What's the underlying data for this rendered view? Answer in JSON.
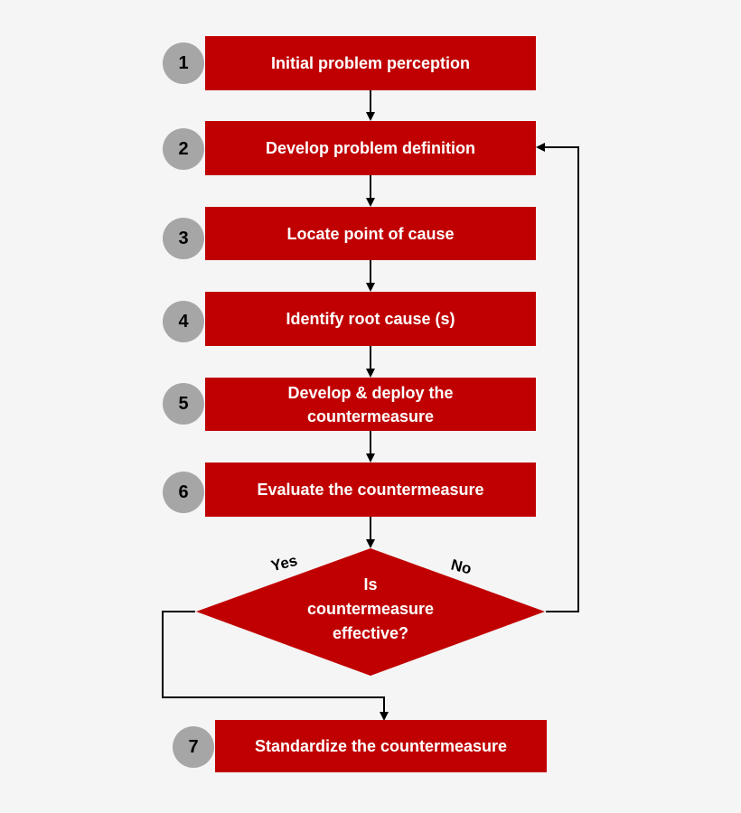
{
  "steps": [
    {
      "number": "1",
      "label": "Initial problem perception"
    },
    {
      "number": "2",
      "label": "Develop problem definition"
    },
    {
      "number": "3",
      "label": "Locate point of cause"
    },
    {
      "number": "4",
      "label": "Identify root cause (s)"
    },
    {
      "number": "5",
      "label": "Develop & deploy the\ncountermeasure"
    },
    {
      "number": "6",
      "label": "Evaluate the countermeasure"
    },
    {
      "number": "7",
      "label": "Standardize the countermeasure"
    }
  ],
  "decision": {
    "question": "Is\ncountermeasure\neffective?",
    "yes_label": "Yes",
    "no_label": "No"
  },
  "colors": {
    "box_fill": "#c00000",
    "circle_fill": "#a6a6a6",
    "arrow": "#000000",
    "background": "#f5f5f5"
  }
}
